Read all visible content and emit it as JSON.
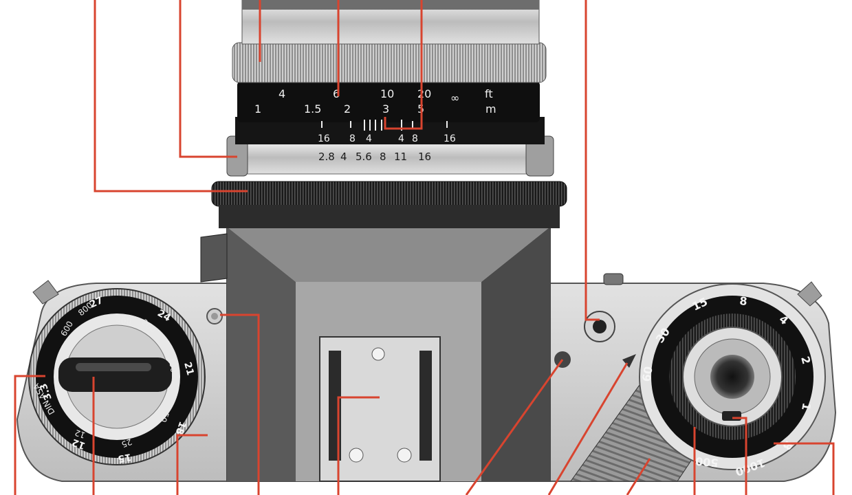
{
  "lens": {
    "feet_scale": [
      "4",
      "6",
      "10",
      "20",
      "∞",
      "ft"
    ],
    "meter_scale": [
      "1",
      "1.5",
      "2",
      "3",
      "5",
      "m"
    ],
    "dof_left": [
      "16",
      "8",
      "4"
    ],
    "dof_right": [
      "4",
      "8",
      "16"
    ],
    "aperture_scale": [
      "2.8",
      "4",
      "5.6",
      "8",
      "11",
      "16"
    ]
  },
  "film_dial": {
    "outer_ring": [
      "27",
      "24",
      "21",
      "18",
      "15",
      "12",
      "3.3"
    ],
    "inner_ring": [
      "400",
      "200",
      "100",
      "50",
      "25",
      "12",
      "800",
      "600"
    ],
    "brand": "DIN ASA"
  },
  "shutter_dial": {
    "speeds": [
      "60",
      "30",
      "15",
      "8",
      "4",
      "2",
      "1",
      "B",
      "1000",
      "500"
    ]
  },
  "colors": {
    "leader": "#d8442f",
    "body": "#c9c9c9",
    "dark": "#1a1a1a"
  }
}
